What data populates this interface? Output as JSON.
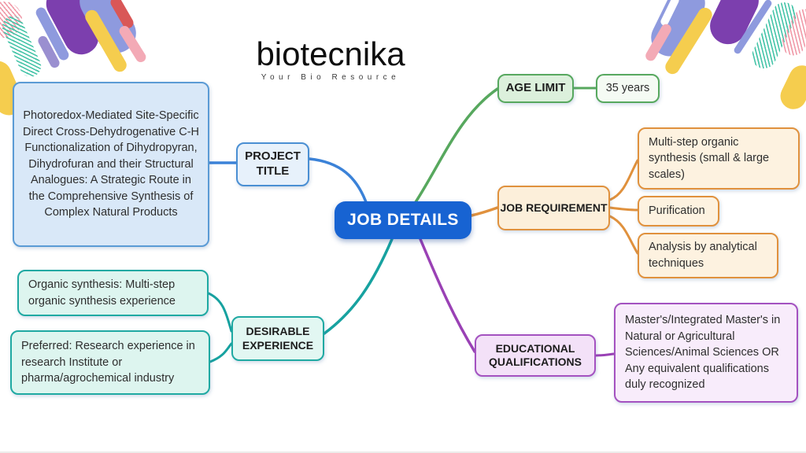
{
  "logo": {
    "brand": "biotecnika",
    "tagline": "Your Bio Resource"
  },
  "center": {
    "label": "JOB DETAILS"
  },
  "project_title": {
    "label": "PROJECT TITLE",
    "content": "Photoredox-Mediated Site-Specific Direct Cross-Dehydrogenative C-H Functionalization of Dihydropyran, Dihydrofuran and their Structural Analogues: A Strategic Route in the Comprehensive Synthesis of Complex Natural Products"
  },
  "age_limit": {
    "label": "AGE LIMIT",
    "value": "35 years"
  },
  "job_requirement": {
    "label": "JOB REQUIREMENT",
    "items": [
      "Multi-step organic synthesis (small & large scales)",
      "Purification",
      "Analysis by analytical techniques"
    ]
  },
  "desirable_experience": {
    "label": "DESIRABLE EXPERIENCE",
    "items": [
      "Organic synthesis: Multi-step organic synthesis experience",
      "Preferred: Research experience in research Institute or pharma/agrochemical industry"
    ]
  },
  "educational_qualifications": {
    "label": "EDUCATIONAL QUALIFICATIONS",
    "content": "Master's/Integrated Master's in Natural or Agricultural Sciences/Animal Sciences OR Any equivalent qualifications duly recognized"
  },
  "colors": {
    "center_fill": "#1763d2",
    "blue": "#3b82d8",
    "green": "#57a85e",
    "orange": "#e0913d",
    "teal": "#17a2a0",
    "purple": "#9a41b5"
  }
}
